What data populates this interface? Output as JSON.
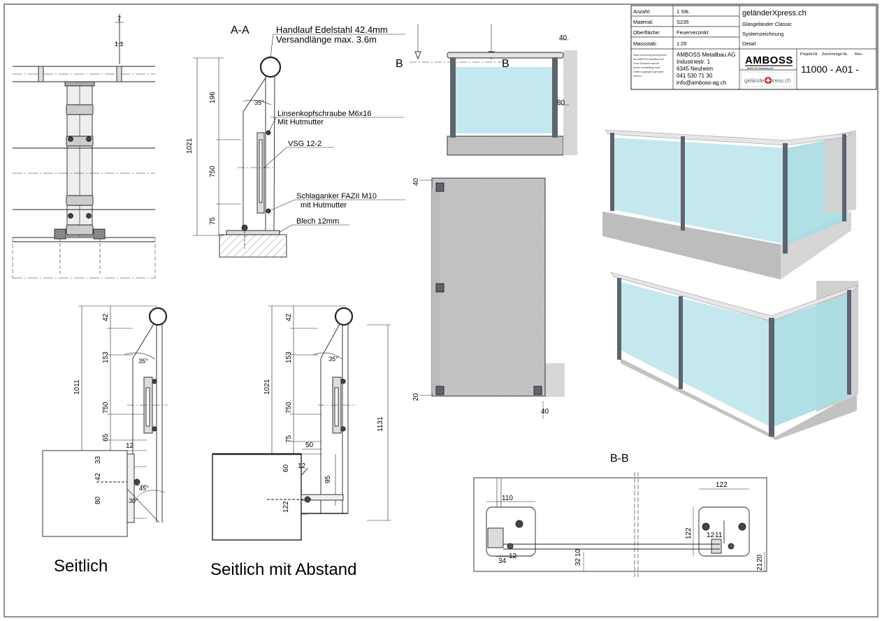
{
  "title_block": {
    "rows": [
      {
        "label": "Anzahl:",
        "value": "1 Stk."
      },
      {
        "label": "Material:",
        "value": "S235"
      },
      {
        "label": "Oberfläche:",
        "value": "Feuerverzinkt"
      },
      {
        "label": "Massstab:",
        "value": "1:25"
      }
    ],
    "product": "geländerXpress.ch",
    "product_lines": [
      "Glasgeländer Classic",
      "Systemzeichnung",
      "Detail"
    ],
    "notice": [
      "Diese Zeichnung ist Eigentum",
      "der AMBOSS Metallbau AG.",
      "Ohne Erlaubnis darf sie",
      "weder vervielfältigt noch",
      "Dritten zugänglich gemacht",
      "werden."
    ],
    "company": [
      "AMBOSS Metallbau AG",
      "Industriestr. 1",
      "6345 Neuheim",
      "041 530 71 30",
      "info@amboss-ag.ch"
    ],
    "logo_text": "AMBOSS",
    "logo_sub": "AMBOSS Metallbau AG",
    "logo2_text": "geländerXpress.ch",
    "hdr_project": "Projekt-Nr.",
    "hdr_drawing": "Zeichnungs-Nr.",
    "hdr_rev": "Rev.:",
    "drawing_number": "11000 - A01 -"
  },
  "section_aa": {
    "title": "A-A",
    "callouts": [
      "Handlauf Edelstahl 42.4mm",
      "Versandlänge max. 3.6m",
      "Linsenkopfschraube M6x16",
      "Mit Hutmutter",
      "VSG 12-2",
      "Schlaganker FAZII M10",
      "mit Hutmutter",
      "Blech 12mm"
    ],
    "dims": [
      "1021",
      "196",
      "750",
      "75"
    ],
    "angle": "35°"
  },
  "front_detail": {
    "dims": [
      "7",
      "1.1"
    ]
  },
  "elevation": {
    "label_b": "B",
    "label_b2": "B",
    "dims": [
      "40",
      "80"
    ]
  },
  "plan": {
    "dims": [
      "40",
      "20",
      "40"
    ]
  },
  "seitlich": {
    "caption": "Seitlich",
    "dims": [
      "1011",
      "42",
      "153",
      "750",
      "65",
      "33",
      "42",
      "80",
      "12"
    ],
    "angles": [
      "35°",
      "45°",
      "30°"
    ]
  },
  "abstand": {
    "caption": "Seitlich mit Abstand",
    "dims": [
      "1021",
      "42",
      "153",
      "750",
      "75",
      "60",
      "122",
      "50",
      "12",
      "95",
      "1131"
    ],
    "angle": "35°"
  },
  "section_bb": {
    "title": "B-B",
    "dims": [
      "110",
      "34",
      "12",
      "32",
      "10",
      "122",
      "122",
      "12",
      "11",
      "20",
      "21"
    ]
  },
  "colors": {
    "glass": "#bfe6ec",
    "glass_dark": "#9fd3dc",
    "steel": "#5d6470",
    "concrete": "#c9c9c9",
    "wall": "#d7d7d7",
    "line": "#222222"
  }
}
